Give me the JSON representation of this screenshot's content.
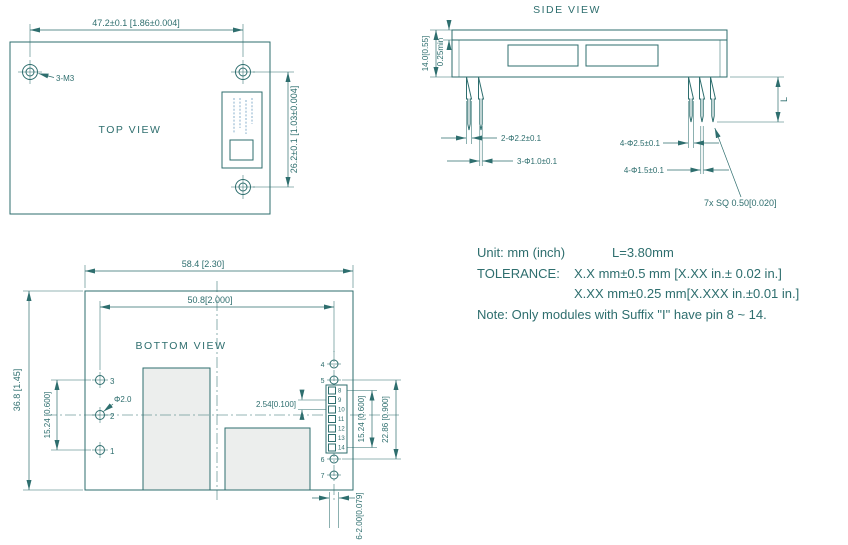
{
  "colors": {
    "line": "#2e6e6e",
    "ink": "#2e6e6e",
    "shade": "#eceeed",
    "label_ink": "#8ab0cc"
  },
  "top_view": {
    "title": "TOP VIEW",
    "dim_width": "47.2±0.1 [1.86±0.004]",
    "dim_height": "26.2±0.1 [1.03±0.004]",
    "hole_label": "3-M3"
  },
  "side_view": {
    "title": "SIDE VIEW",
    "dim_total_height": "14.0[0.55]",
    "dim_standoff": "0.25min",
    "dim_pin_thick_left": "2-Φ2.2±0.1",
    "dim_pin_thin_left": "3-Φ1.0±0.1",
    "dim_pin_thick_right": "4-Φ2.5±0.1",
    "dim_pin_thin_right": "4-Φ1.5±0.1",
    "dim_pin_square": "7x SQ 0.50[0.020]",
    "dim_pin_length": "L"
  },
  "notes": {
    "unit": "Unit: mm (inch)",
    "l_value": "L=3.80mm",
    "tolerance_label": "TOLERANCE:",
    "tolerance_line1": "X.X mm±0.5 mm [X.XX in.± 0.02 in.]",
    "tolerance_line2": "X.XX mm±0.25 mm[X.XXX in.±0.01 in.]",
    "suffix_note": "Note: Only modules with Suffix \"I\" have pin 8 ~ 14."
  },
  "bottom_view": {
    "title": "BOTTOM VIEW",
    "dim_body_width": "58.4 [2.30]",
    "dim_pin_span_h": "50.8[2.000]",
    "dim_body_height": "36.8 [1.45]",
    "dim_left_pin_span": "15.24 [0.600]",
    "dim_pin_dia": "Φ2.0",
    "dim_pitch": "2.54[0.100]",
    "dim_header_span": "15.24 [0.600]",
    "dim_right_pin_span": "22.86 [0.900]",
    "dim_pad": "6-2.00[0.079]",
    "pins_left": [
      "3",
      "2",
      "1"
    ],
    "pins_right_top": [
      "4",
      "5"
    ],
    "pins_right_bottom": [
      "6",
      "7"
    ],
    "header_pins": [
      "8",
      "9",
      "10",
      "11",
      "12",
      "13",
      "14"
    ]
  }
}
